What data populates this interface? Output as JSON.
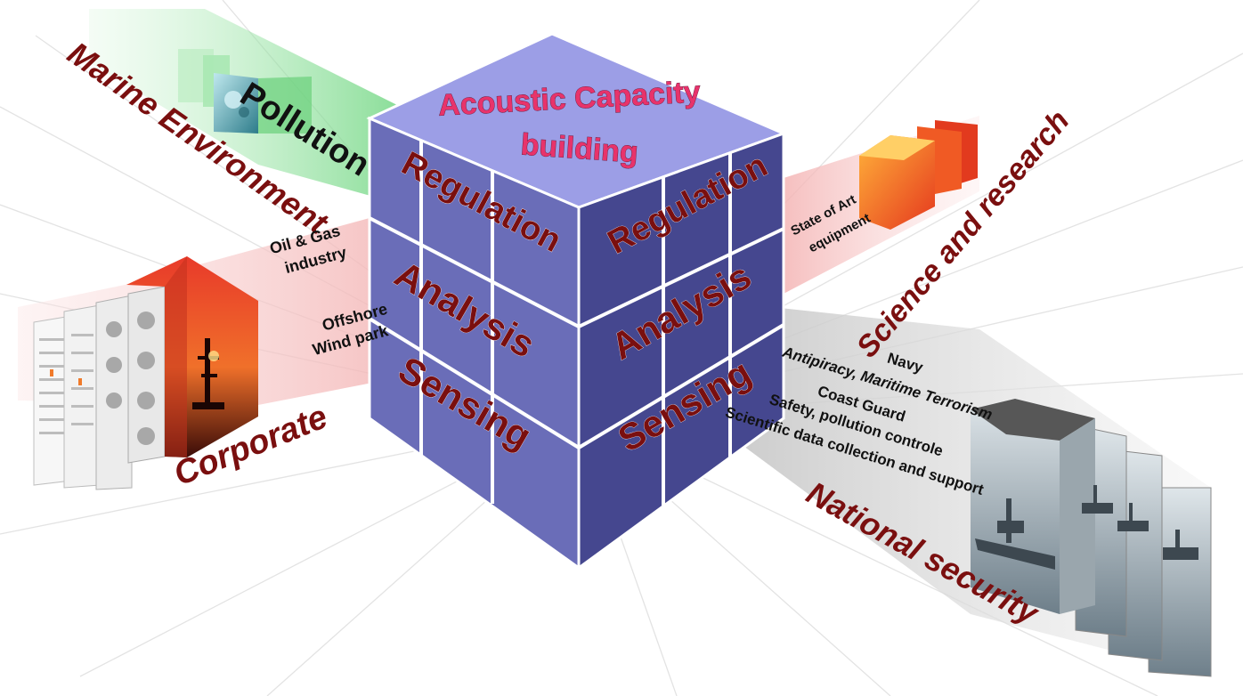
{
  "cube": {
    "top_line1": "Acoustic Capacity",
    "top_line2": "building",
    "left_face": {
      "regulation": "Regulation",
      "analysis": "Analysis",
      "sensing": "Sensing"
    },
    "right_face": {
      "regulation": "Regulation",
      "analysis": "Analysis",
      "sensing": "Sensing"
    }
  },
  "sectors": {
    "marine_environment": "Marine Environment",
    "pollution": "Pollution",
    "corporate": "Corporate",
    "oil_gas_line1": "Oil & Gas",
    "oil_gas_line2": "industry",
    "offshore_line1": "Offshore",
    "offshore_line2": "Wind park",
    "science_research": "Science and research",
    "state_art_line1": "State of Art",
    "state_art_line2": "equipment",
    "national_security": "National security",
    "navy": "Navy",
    "antipiracy": "Antipiracy, Maritime Terrorism",
    "coast_guard": "Coast Guard",
    "safety": "Safety, pollution controle",
    "scientific": "Scientific data collection and support"
  },
  "colors": {
    "cube_top": "#9c9ee6",
    "cube_left": "#6a6db8",
    "cube_right": "#45478f",
    "label_red": "#7a0f0f",
    "label_pink": "#e8336b",
    "beam_green": "#7fdc8c",
    "beam_pink": "#f4b9b9",
    "beam_grey": "#c8c8c8"
  }
}
